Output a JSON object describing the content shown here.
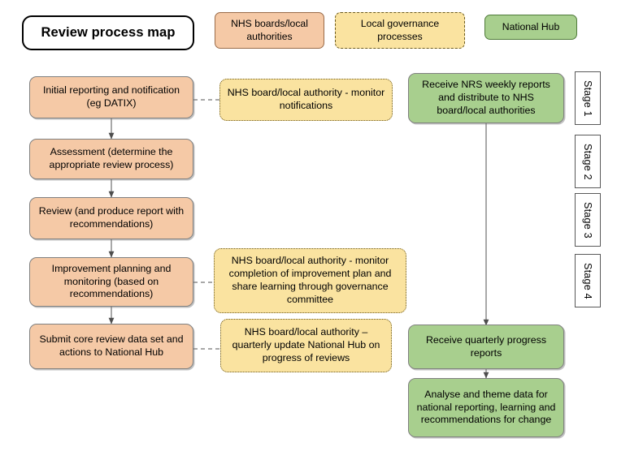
{
  "title": {
    "label": "Review process map"
  },
  "legend": {
    "items": [
      {
        "name": "nhs-boards-local-authorities",
        "label": "NHS boards/local authorities",
        "color": "#F5C9A6",
        "style": "solid"
      },
      {
        "name": "local-governance-processes",
        "label": "Local governance processes",
        "color": "#FAE3A0",
        "style": "dashed"
      },
      {
        "name": "national-hub",
        "label": "National Hub",
        "color": "#A8CF8E",
        "style": "solid"
      }
    ]
  },
  "columns": {
    "nhs_boards": {
      "heading": "NHS boards/local authorities",
      "nodes": [
        {
          "id": "initial-reporting",
          "label": "Initial reporting and notification (eg DATIX)"
        },
        {
          "id": "assessment",
          "label": "Assessment (determine the appropriate review process)"
        },
        {
          "id": "review",
          "label": "Review (and produce report with recommendations)"
        },
        {
          "id": "improvement-planning",
          "label": "Improvement planning and monitoring (based on recommendations)"
        },
        {
          "id": "submit-core-review",
          "label": "Submit core review data set and actions to National Hub"
        }
      ]
    },
    "local_governance": {
      "heading": "Local governance processes",
      "nodes": [
        {
          "id": "monitor-notifications",
          "label": "NHS board/local authority - monitor notifications"
        },
        {
          "id": "monitor-improvement-plan",
          "label": "NHS board/local authority - monitor completion of improvement plan and share learning through governance committee"
        },
        {
          "id": "quarterly-update",
          "label": "NHS board/local authority – quarterly update National Hub on progress of reviews"
        }
      ]
    },
    "national_hub": {
      "heading": "National Hub",
      "nodes": [
        {
          "id": "receive-nrs-reports",
          "label": "Receive NRS weekly reports and distribute to NHS board/local authorities"
        },
        {
          "id": "receive-quarterly-reports",
          "label": "Receive quarterly progress reports"
        },
        {
          "id": "analyse-theme-data",
          "label": "Analyse and theme data for national reporting, learning and recommendations for change"
        }
      ]
    }
  },
  "stages": [
    {
      "id": "stage-1",
      "label": "Stage 1"
    },
    {
      "id": "stage-2",
      "label": "Stage 2"
    },
    {
      "id": "stage-3",
      "label": "Stage 3"
    },
    {
      "id": "stage-4",
      "label": "Stage 4"
    }
  ],
  "colors": {
    "peach": "#F5C9A6",
    "yellow": "#FAE3A0",
    "green": "#A8CF8E",
    "connector": "#7f7f7f",
    "outline": "#808080",
    "background": "#FFFFFF"
  }
}
